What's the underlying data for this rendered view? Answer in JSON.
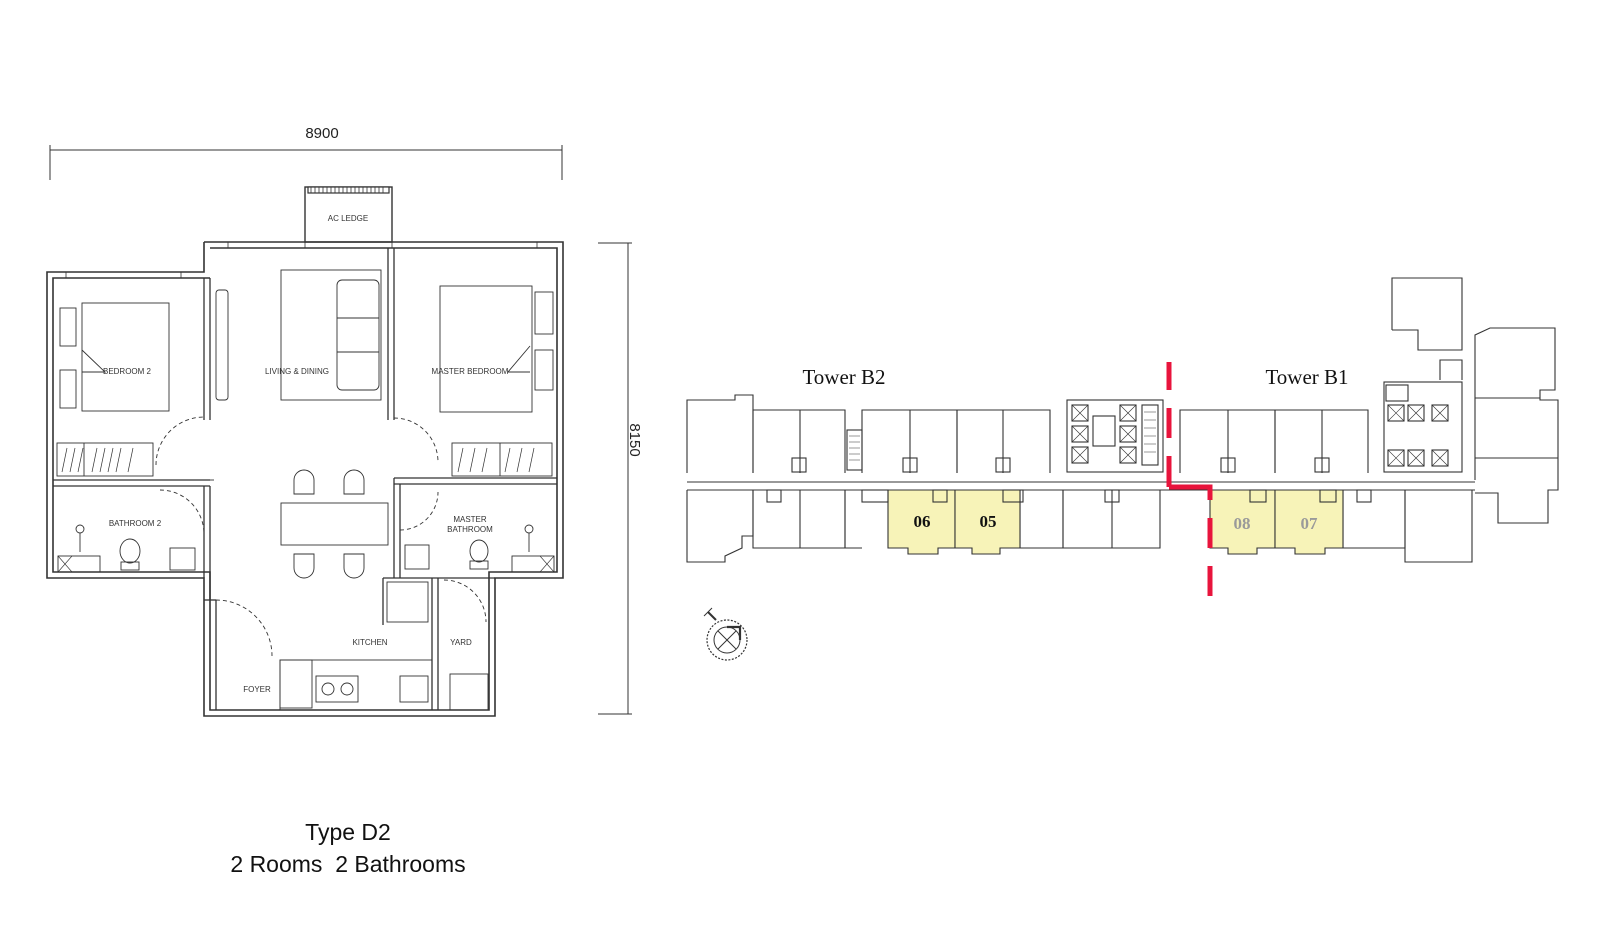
{
  "floor_plan": {
    "dimension_width": "8900",
    "dimension_height": "8150",
    "rooms": {
      "ac_ledge": "AC LEDGE",
      "bedroom_2": "BEDROOM 2",
      "living_dining": "LIVING & DINING",
      "master_bedroom": "MASTER BEDROOM",
      "bathroom_2": "BATHROOM 2",
      "master_bathroom_line1": "MASTER",
      "master_bathroom_line2": "BATHROOM",
      "kitchen": "KITCHEN",
      "yard": "YARD",
      "foyer": "FOYER"
    },
    "type_label": "Type D2",
    "rooms_label": "2 Rooms  2 Bathrooms"
  },
  "key_plan": {
    "tower_b2": "Tower B2",
    "tower_b1": "Tower B1",
    "units": {
      "u06": "06",
      "u05": "05",
      "u08": "08",
      "u07": "07"
    },
    "colors": {
      "highlight": "#f7f3b8",
      "divider": "#e8143c",
      "line": "#333333",
      "muted_unit_text": "#9a9a9a"
    }
  }
}
